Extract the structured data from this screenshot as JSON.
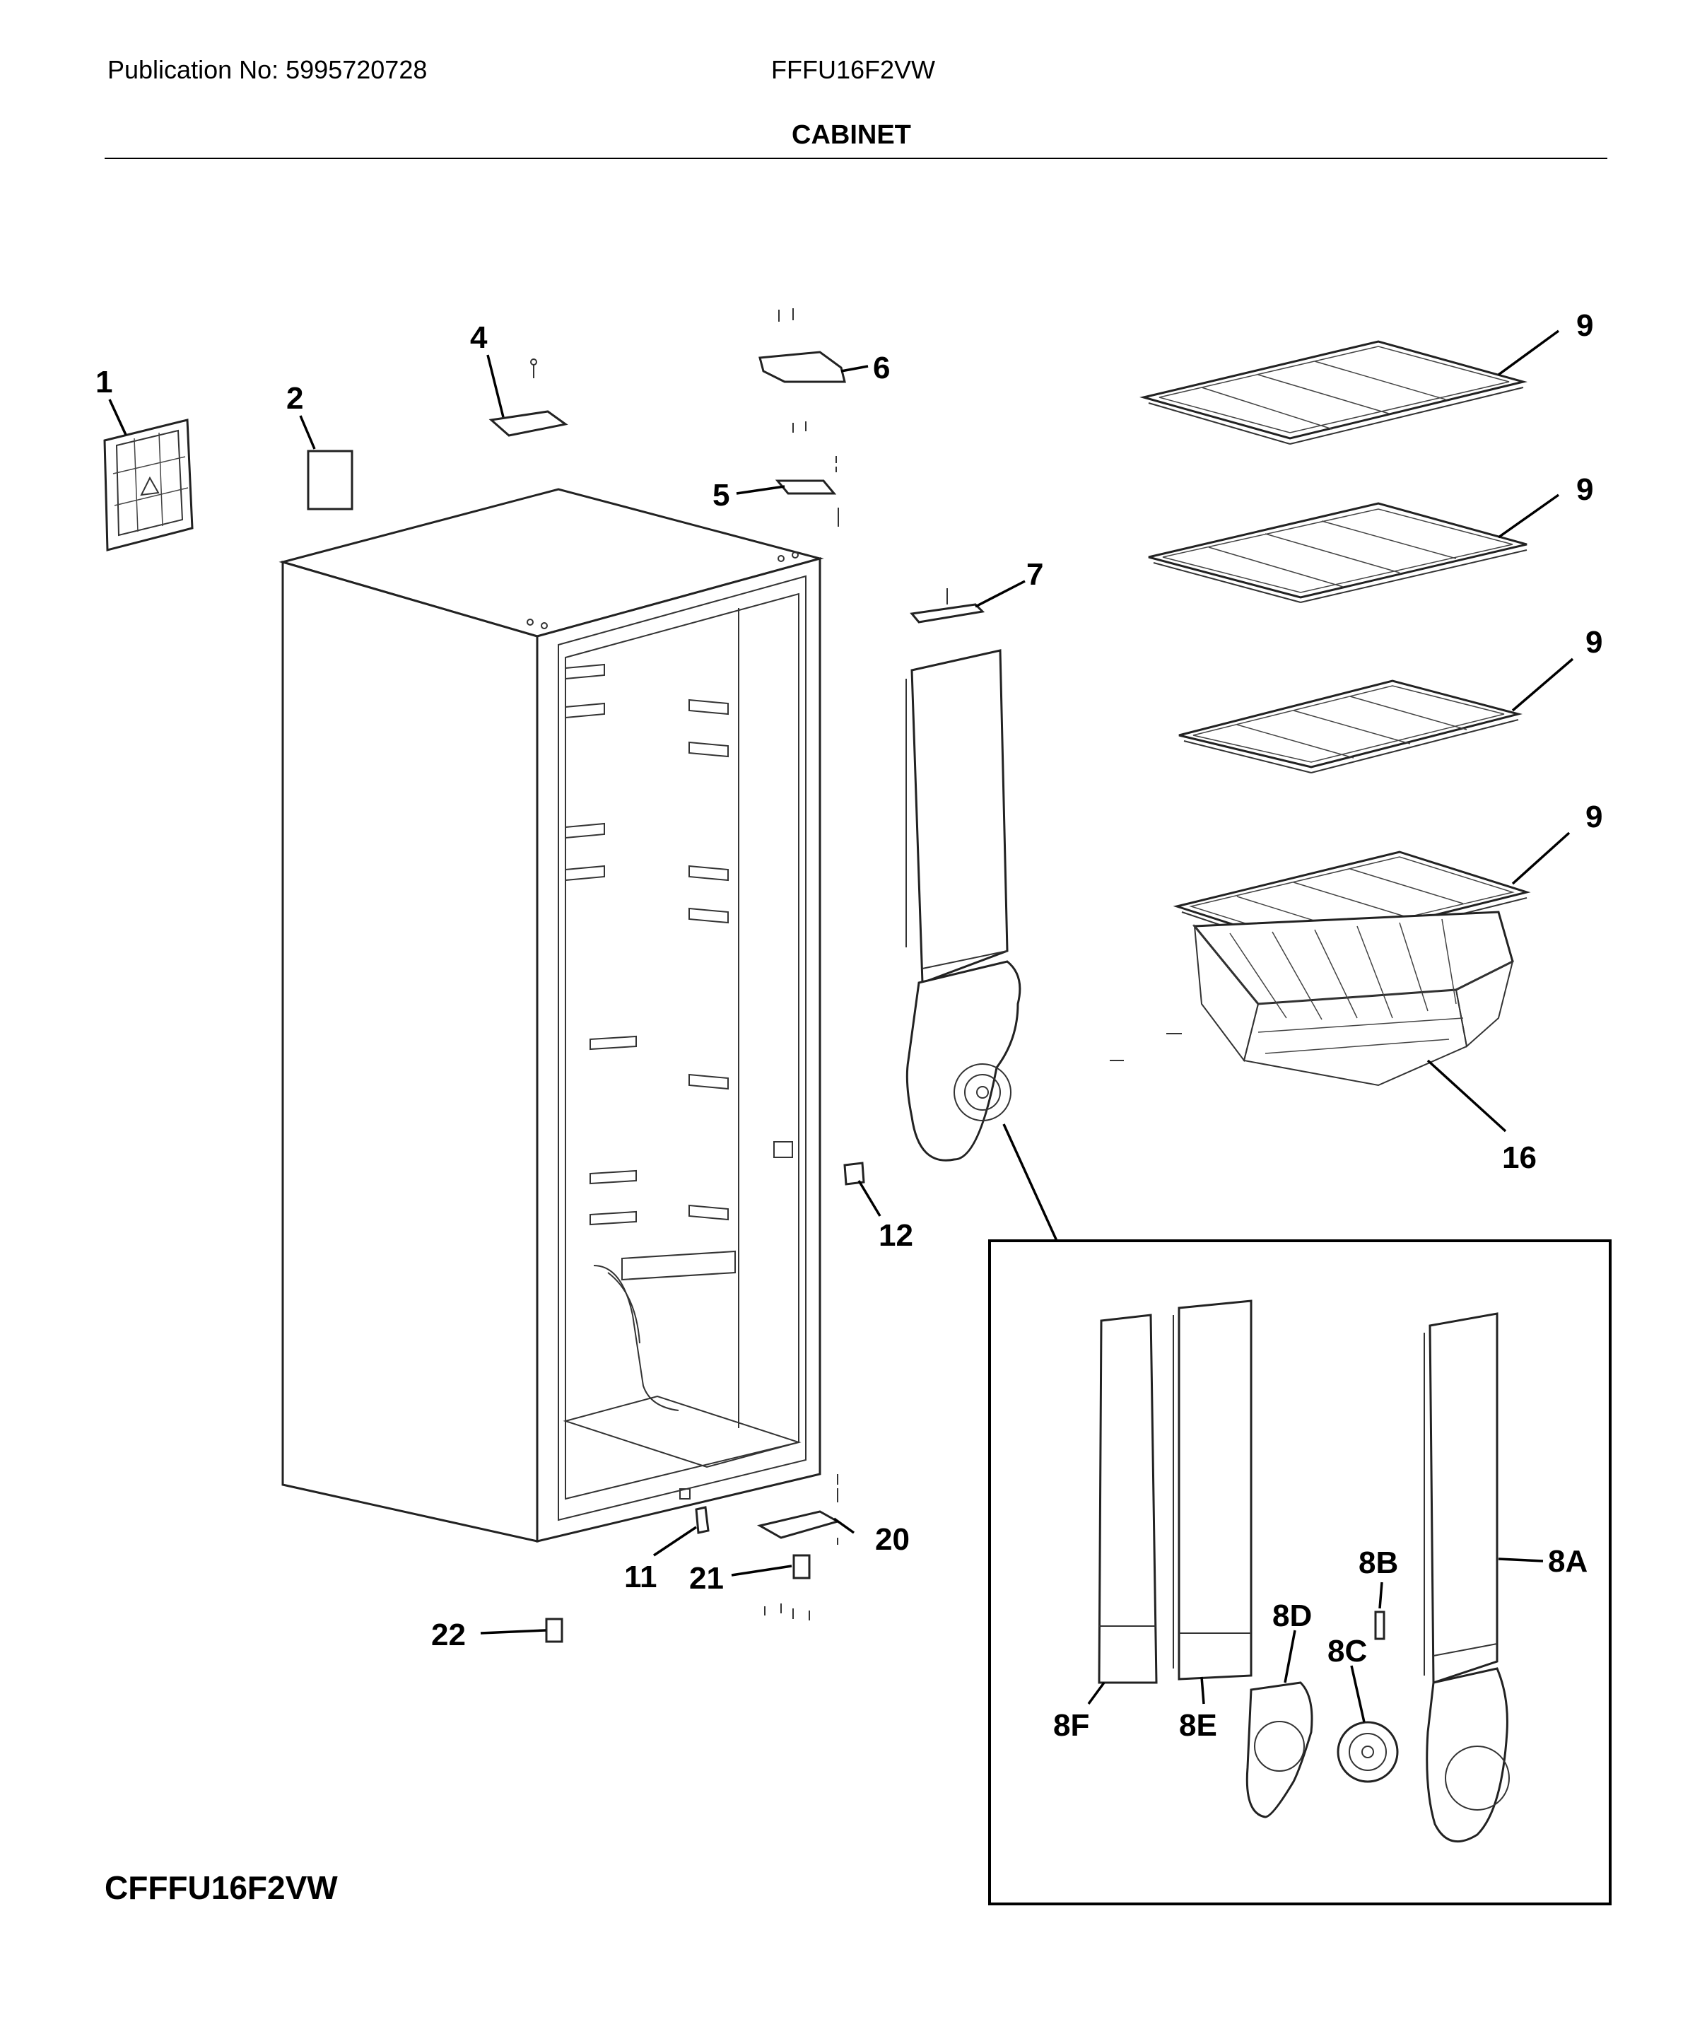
{
  "header": {
    "publication": "Publication No: 5995720728",
    "model": "FFFU16F2VW",
    "title": "CABINET"
  },
  "footer": {
    "model_code": "CFFFU16F2VW"
  },
  "callouts": {
    "c1": "1",
    "c2": "2",
    "c4": "4",
    "c5": "5",
    "c6": "6",
    "c7": "7",
    "c9a": "9",
    "c9b": "9",
    "c9c": "9",
    "c9d": "9",
    "c11": "11",
    "c12": "12",
    "c16": "16",
    "c20": "20",
    "c21": "21",
    "c22": "22",
    "c8a": "8A",
    "c8b": "8B",
    "c8c": "8C",
    "c8d": "8D",
    "c8e": "8E",
    "c8f": "8F"
  }
}
